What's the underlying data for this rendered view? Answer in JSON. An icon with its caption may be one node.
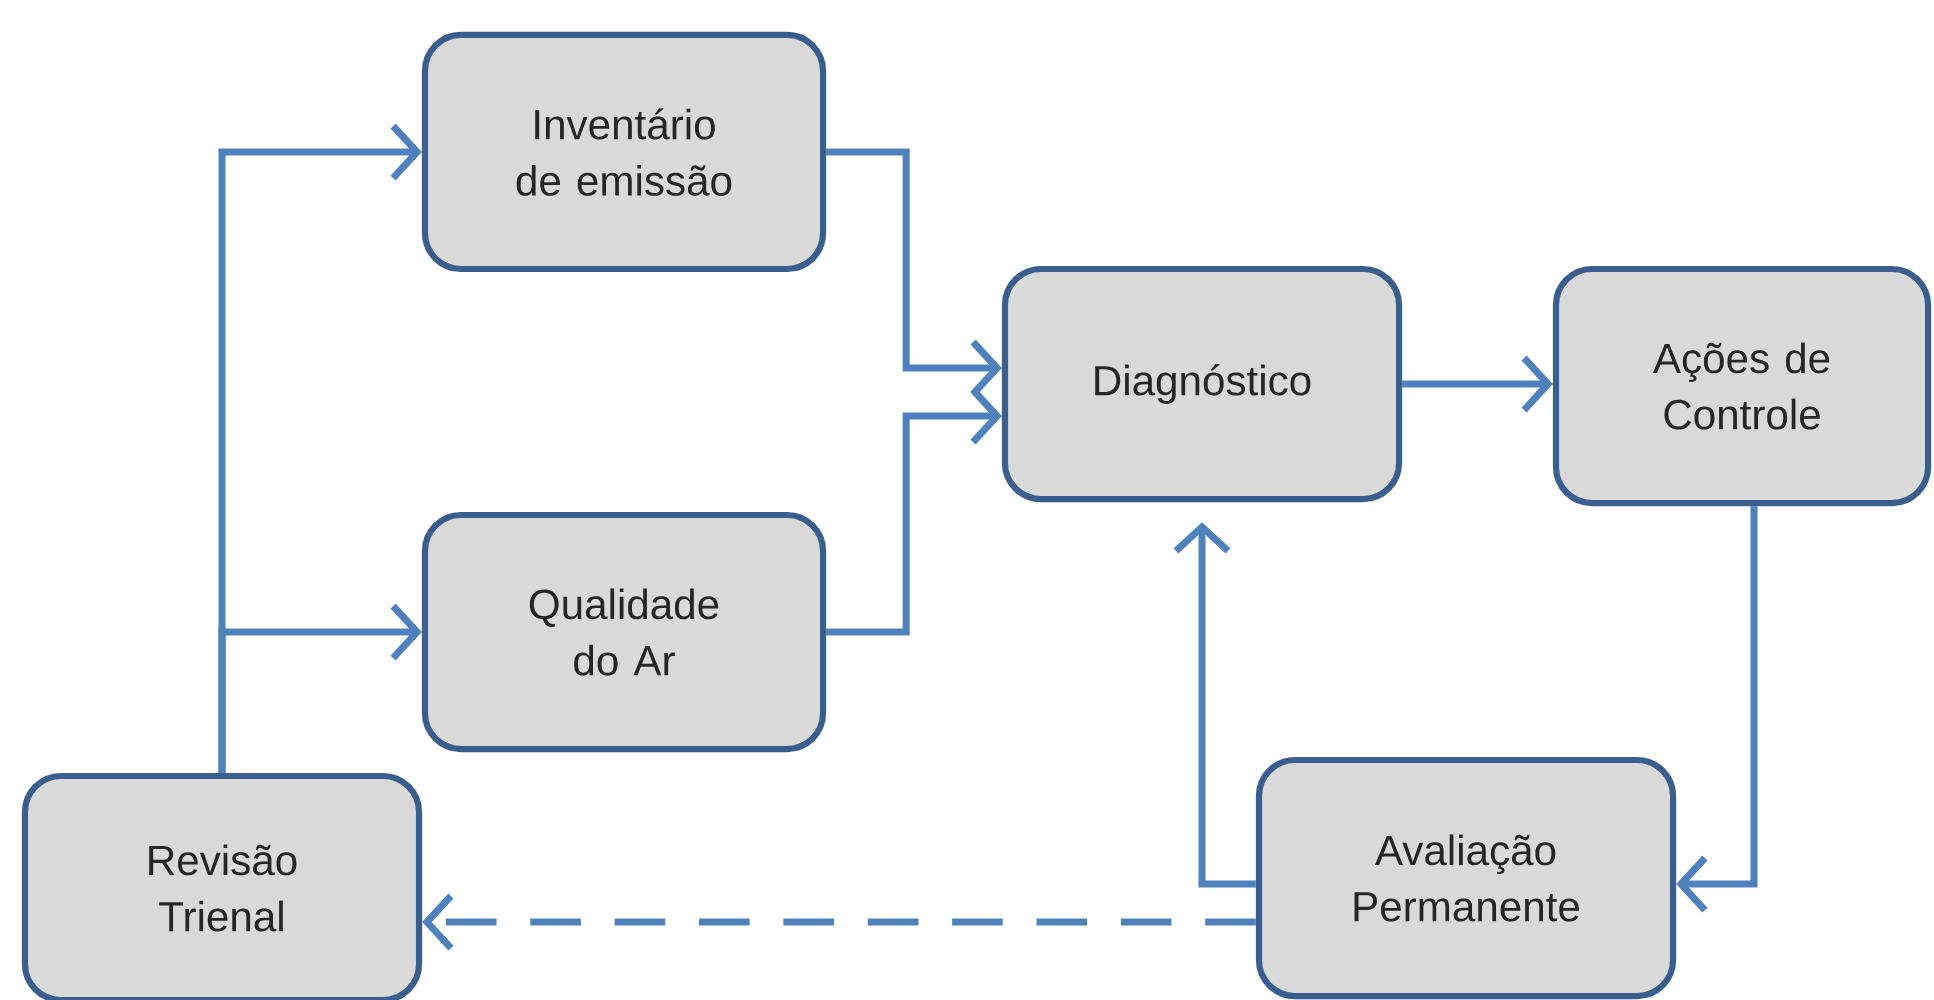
{
  "diagram": {
    "nodes": [
      {
        "text": [
          "Inventário de emissão"
        ]
      },
      {
        "text": [
          "Qualidade do Ar"
        ]
      },
      {
        "text": [
          "Diagnóstico"
        ]
      },
      {
        "text": [
          "Ações de Controle"
        ]
      },
      {
        "text": [
          "Avaliação Permanente"
        ]
      },
      {
        "text": [
          "Revisão Trienal"
        ]
      }
    ],
    "edges": [
      {
        "from": 5,
        "to": 0,
        "arrow": "to"
      },
      {
        "from": 5,
        "to": 1,
        "arrow": "to"
      },
      {
        "from": 0,
        "to": 2,
        "arrow": "to"
      },
      {
        "from": 1,
        "to": 2,
        "arrow": "to"
      },
      {
        "from": 2,
        "to": 3,
        "arrow": "to"
      },
      {
        "from": 3,
        "to": 4,
        "arrow": "to"
      },
      {
        "from": 4,
        "to": 2,
        "arrow": "to"
      },
      {
        "from": 4,
        "to": 5,
        "arrow": "to",
        "style": "dashed"
      }
    ]
  }
}
